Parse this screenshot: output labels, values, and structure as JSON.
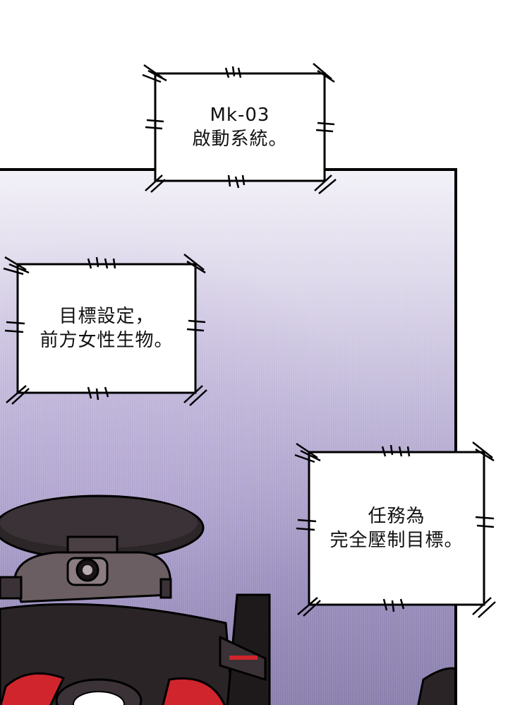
{
  "bubbles": [
    {
      "lines": [
        "Mk-03",
        "啟動系統。"
      ]
    },
    {
      "lines": [
        "目標設定，",
        "前方女性生物。"
      ]
    },
    {
      "lines": [
        "任務為",
        "完全壓制目標。"
      ]
    }
  ],
  "colors": {
    "ink": "#000000",
    "panel_top": "#f2f0f7",
    "panel_bottom": "#8a7fad",
    "robot_dark": "#2c2628",
    "robot_mid": "#6b5e62",
    "robot_accent": "#d0252c"
  }
}
